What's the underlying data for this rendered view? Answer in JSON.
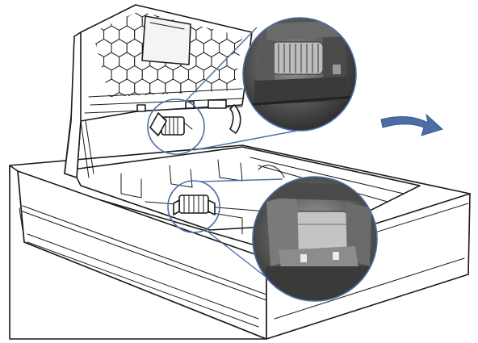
{
  "figure": {
    "subject": "scanner-with-open-adf-cover",
    "callouts": [
      {
        "name": "upper-pickup-roller"
      },
      {
        "name": "lower-separation-roller"
      }
    ],
    "colors": {
      "line": "#1a1a1a",
      "callout_ring": "#4b6ea6",
      "arrow": "#4b6ea6",
      "photo_dark": "#2b2b2b",
      "photo_mid": "#6b6b6b",
      "photo_light": "#b8b8b8"
    },
    "arrow": {
      "direction": "right",
      "icon": "next-step-arrow-icon"
    }
  }
}
